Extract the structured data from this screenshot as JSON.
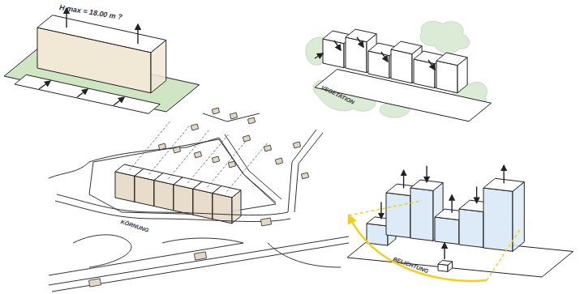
{
  "diagram": {
    "labels": [
      "H max = 18.00 m ?",
      "VEGETATION",
      "KÖRNUNG",
      "BELICHTUNG"
    ]
  }
}
